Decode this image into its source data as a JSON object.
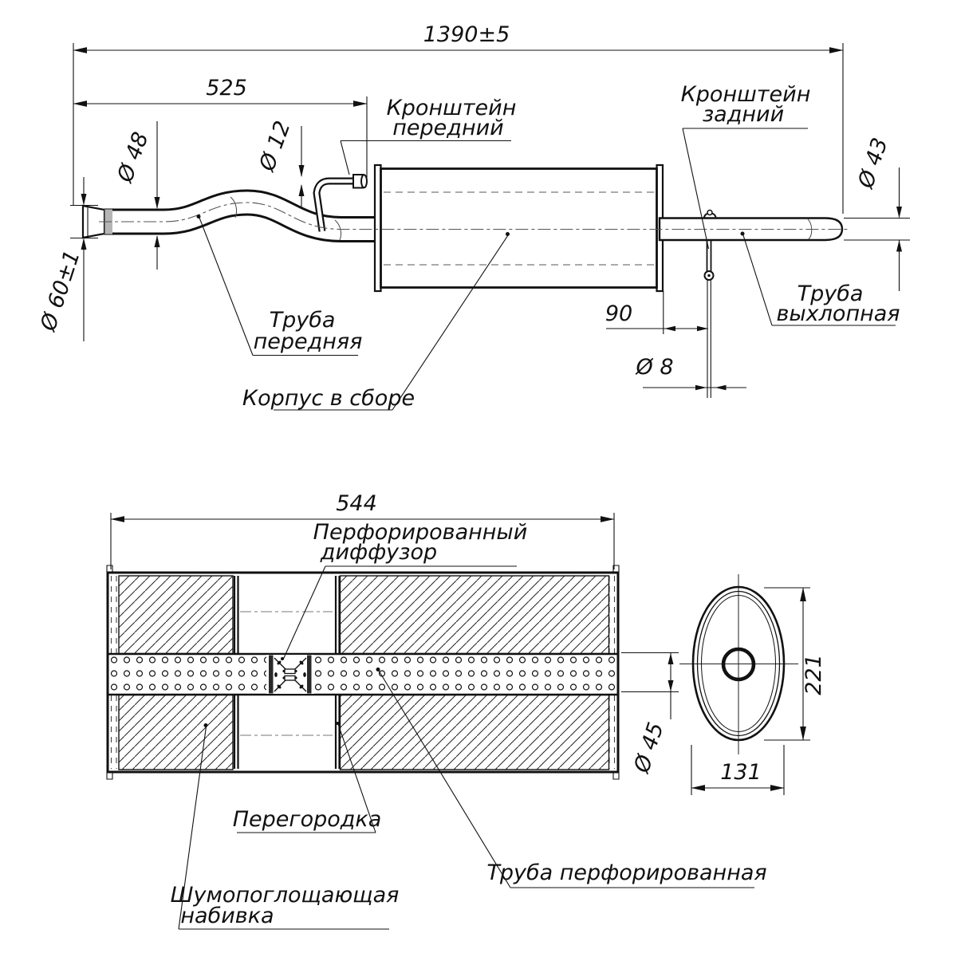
{
  "top_view": {
    "dims": {
      "overall_length": "1390±5",
      "front_pipe_length": "525",
      "front_pipe_dia": "Ø 48",
      "bracket_rod_dia": "Ø 12",
      "inlet_dia": "Ø 60±1",
      "outlet_pipe_dia": "Ø 43",
      "rear_bracket_offset": "90",
      "rear_rod_dia": "Ø 8"
    },
    "labels": {
      "front_bracket_line1": "Кронштейн",
      "front_bracket_line2": "передний",
      "rear_bracket_line1": "Кронштейн",
      "rear_bracket_line2": "задний",
      "front_pipe_line1": "Труба",
      "front_pipe_line2": "передняя",
      "exhaust_pipe_line1": "Труба",
      "exhaust_pipe_line2": "выхлопная",
      "body_assembly": "Корпус в сборе"
    }
  },
  "section_view": {
    "dims": {
      "body_length": "544",
      "shell_height": "221",
      "shell_width": "131",
      "pipe_dia": "Ø 45"
    },
    "labels": {
      "diffuser_line1": "Перфорированный",
      "diffuser_line2": "диффузор",
      "partition": "Перегородка",
      "perforated_pipe": "Труба перфорированная",
      "stuffing_line1": "Шумопоглощающая",
      "stuffing_line2": "набивка"
    }
  },
  "colors": {
    "line": "#1a1a1a",
    "centerline": "#555",
    "paper": "#ffffff",
    "clamp_fill": "#b5b5b5"
  }
}
